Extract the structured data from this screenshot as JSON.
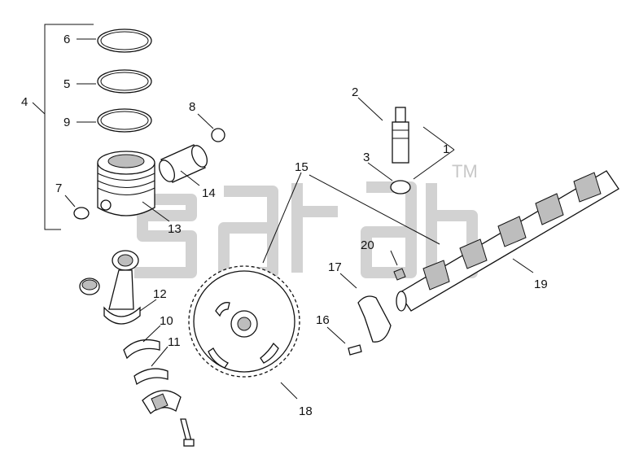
{
  "diagram": {
    "watermark": {
      "trademark": "TM"
    },
    "callouts": [
      {
        "id": "1",
        "label": "1"
      },
      {
        "id": "2",
        "label": "2"
      },
      {
        "id": "3",
        "label": "3"
      },
      {
        "id": "4",
        "label": "4"
      },
      {
        "id": "5",
        "label": "5"
      },
      {
        "id": "6",
        "label": "6"
      },
      {
        "id": "7",
        "label": "7"
      },
      {
        "id": "8",
        "label": "8"
      },
      {
        "id": "9",
        "label": "9"
      },
      {
        "id": "10",
        "label": "10"
      },
      {
        "id": "11",
        "label": "11"
      },
      {
        "id": "12",
        "label": "12"
      },
      {
        "id": "13",
        "label": "13"
      },
      {
        "id": "14",
        "label": "14"
      },
      {
        "id": "15",
        "label": "15"
      },
      {
        "id": "16",
        "label": "16"
      },
      {
        "id": "17",
        "label": "17"
      },
      {
        "id": "18",
        "label": "18"
      },
      {
        "id": "19",
        "label": "19"
      },
      {
        "id": "20",
        "label": "20"
      }
    ]
  }
}
